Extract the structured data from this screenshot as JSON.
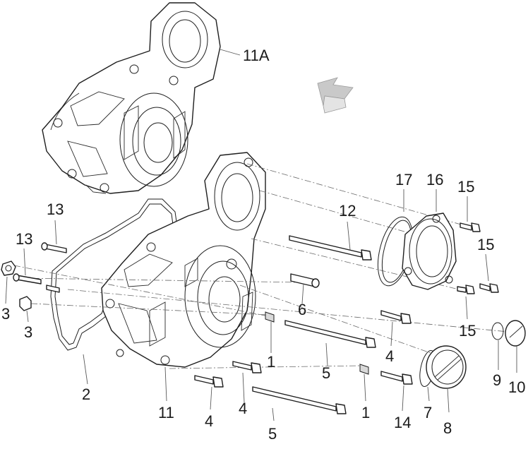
{
  "callouts": {
    "c11A": "11A",
    "c17": "17",
    "c16": "16",
    "c15a": "15",
    "c15b": "15",
    "c15c": "15",
    "c12": "12",
    "c13a": "13",
    "c13b": "13",
    "c3a": "3",
    "c3b": "3",
    "c2": "2",
    "c11": "11",
    "c4a": "4",
    "c4b": "4",
    "c4c": "4",
    "c5a": "5",
    "c5b": "5",
    "c6": "6",
    "c1a": "1",
    "c1b": "1",
    "c14": "14",
    "c7": "7",
    "c8": "8",
    "c9": "9",
    "c10": "10"
  },
  "colors": {
    "line": "#1e1e1e",
    "leader": "#5a5a5a",
    "direction_arrow": "#c9c9c9"
  }
}
